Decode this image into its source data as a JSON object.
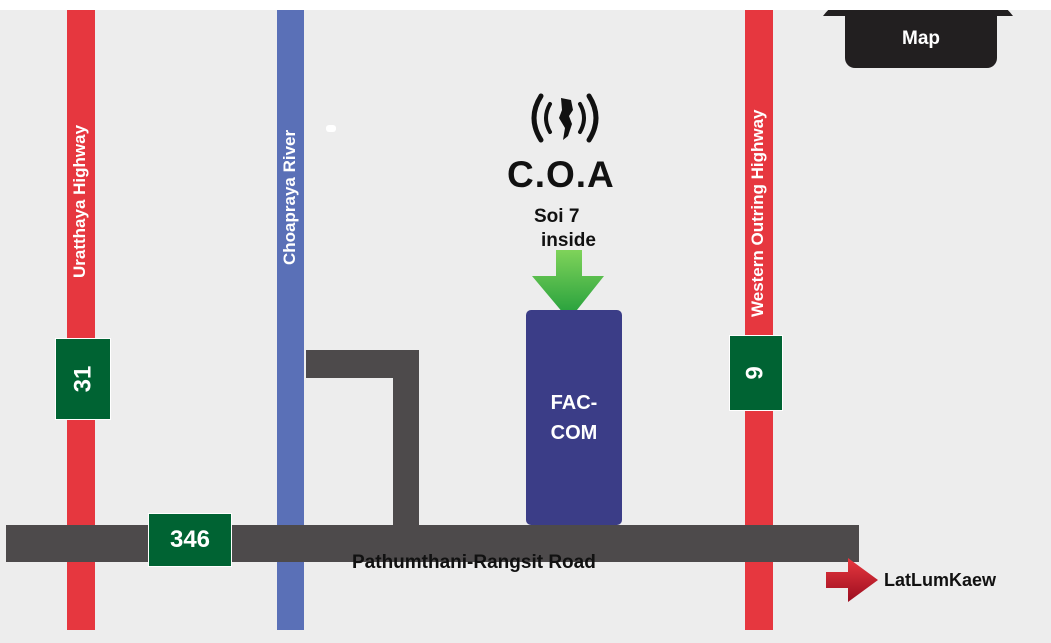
{
  "tab": {
    "label": "Map"
  },
  "roads": {
    "uratthaya": "Uratthaya Highway",
    "river": "Choapraya River",
    "western": "Western Outring Highway",
    "main_road": "Pathumthani-Rangsit Road"
  },
  "shields": {
    "left": "31",
    "right": "9",
    "bottom": "346"
  },
  "destination": {
    "name": "C.O.A",
    "soi": "Soi 7",
    "inside": "inside",
    "building_line1": "FAC-",
    "building_line2": "COM"
  },
  "exit": {
    "label": "LatLumKaew"
  },
  "colors": {
    "highway": "#e6373f",
    "river": "#5a70b7",
    "road": "#4d4a4b",
    "shield": "#006333",
    "building": "#3b3d87",
    "arrow_green": "#2db34a",
    "arrow_red": "#c8102e"
  }
}
